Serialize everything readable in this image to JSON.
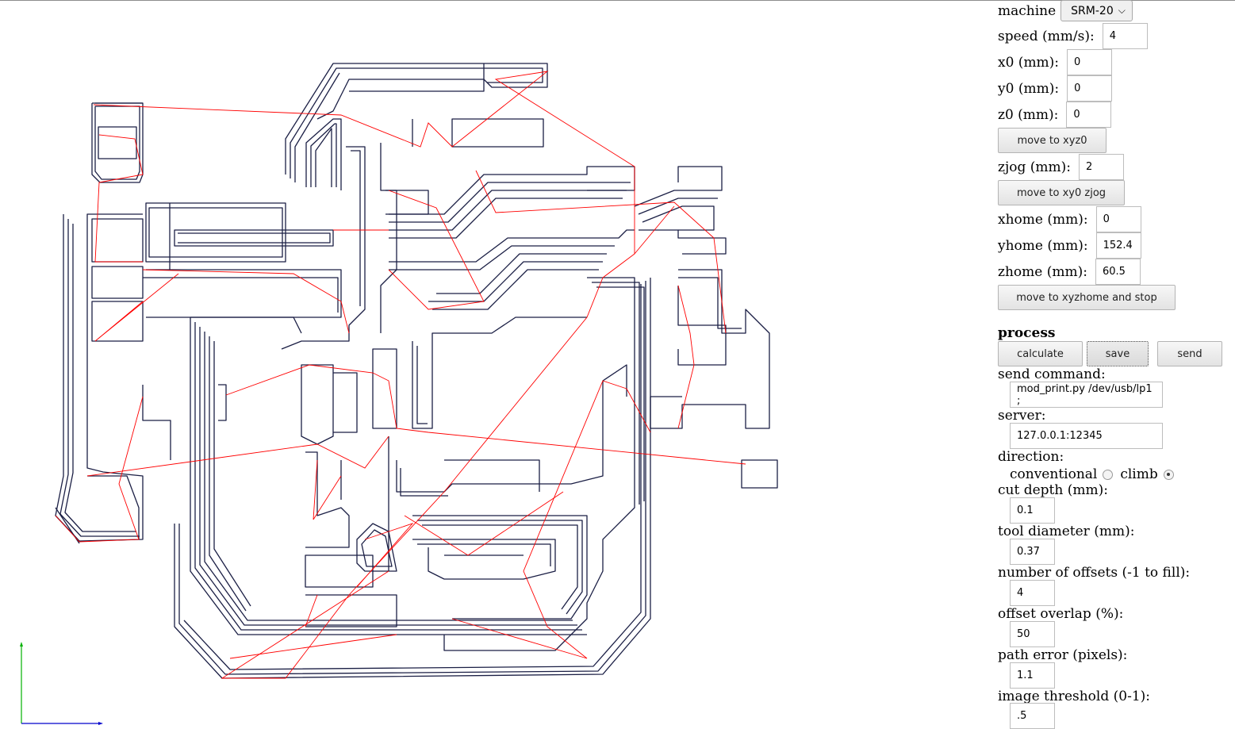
{
  "panel": {
    "machine": {
      "label": "machine",
      "value": "SRM-20"
    },
    "speed": {
      "label": "speed (mm/s):",
      "value": "4"
    },
    "x0": {
      "label": "x0 (mm):",
      "value": "0"
    },
    "y0": {
      "label": "y0 (mm):",
      "value": "0"
    },
    "z0": {
      "label": "z0 (mm):",
      "value": "0"
    },
    "move_xyz0": "move to xyz0",
    "zjog": {
      "label": "zjog (mm):",
      "value": "2"
    },
    "move_xy0_zjog": "move to xy0 zjog",
    "xhome": {
      "label": "xhome (mm):",
      "value": "0"
    },
    "yhome": {
      "label": "yhome (mm):",
      "value": "152.4"
    },
    "zhome": {
      "label": "zhome (mm):",
      "value": "60.5"
    },
    "move_xyzhome": "move to xyzhome and stop",
    "process_heading": "process",
    "calculate": "calculate",
    "save": "save",
    "send": "send",
    "send_command": {
      "label": "send command:",
      "value": "mod_print.py /dev/usb/lp1 ;"
    },
    "server": {
      "label": "server:",
      "value": "127.0.0.1:12345"
    },
    "direction": {
      "label": "direction:",
      "conventional": "conventional",
      "climb": "climb",
      "selected": "climb"
    },
    "cut_depth": {
      "label": "cut depth (mm):",
      "value": "0.1"
    },
    "tool_diameter": {
      "label": "tool diameter (mm):",
      "value": "0.37"
    },
    "offsets": {
      "label": "number of offsets (-1 to fill):",
      "value": "4"
    },
    "overlap": {
      "label": "offset overlap (%):",
      "value": "50"
    },
    "path_error": {
      "label": "path error (pixels):",
      "value": "1.1"
    },
    "threshold": {
      "label": "image threshold (0-1):",
      "value": ".5"
    }
  },
  "colors": {
    "toolpath": "#1b1f45",
    "move": "#ff0000",
    "axis_y": "#00b000",
    "axis_x": "#0000cc"
  }
}
